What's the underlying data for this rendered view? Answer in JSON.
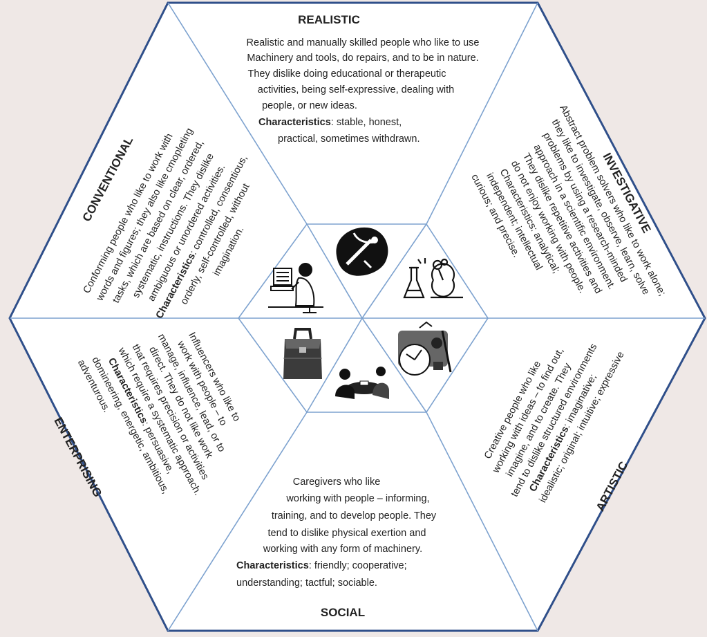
{
  "realistic": {
    "title": "REALISTIC",
    "lines": [
      "Realistic and manually skilled people who like to use",
      "Machinery and tools, do repairs, and to be in nature.",
      "They dislike doing educational or therapeutic",
      "activities, being self-expressive, dealing with",
      "people, or new ideas."
    ],
    "char_label": "Characteristics",
    "char_lines": [
      ": stable, honest,",
      "practical, sometimes withdrawn."
    ]
  },
  "investigative": {
    "title": "INVESTIGATIVE",
    "lines": [
      "Abstract problem solvers who like to work alone;",
      "they like to investigate, observe, learn, solve",
      "problems by using a research-minded",
      "approach in a scientific environment.",
      "They dislike repetitive activities and",
      "do not enjoy working with people.",
      "Characteristics: analytical;",
      "independent; intellectual",
      "curious; and precise."
    ]
  },
  "artistic": {
    "title": "ARTISTIC",
    "lines": [
      "Creative people who like",
      "working with ideas – to find out,",
      "imagine, and to create. They",
      "tend to dislike structured environments"
    ],
    "char_label": "Characteristics",
    "char_lines": [
      ": imaginative;",
      "idealistic; original; intuitive; expressive"
    ]
  },
  "social": {
    "title": "SOCIAL",
    "lines": [
      "Caregivers who like",
      "working with people – informing,",
      "training, and to develop people. They",
      "tend to dislike physical exertion and",
      "working with any form of machinery."
    ],
    "char_label": "Characteristics",
    "char_lines": [
      ": friendly; cooperative;",
      "understanding; tactful; sociable."
    ]
  },
  "enterprising": {
    "title": "ENTERPRISING",
    "lines": [
      "Influencers who like to",
      "work with people – to",
      "manage, influence, lead, or to",
      "direct. They do not like work",
      "that requires precision or activities",
      "which require a systematic approach."
    ],
    "char_label": "Characteristics",
    "char_lines": [
      ": persuasive,",
      "domineering, energetic, ambitious,",
      "adventurous."
    ]
  },
  "conventional": {
    "title": "CONVENTIONAL",
    "lines": [
      "Conforming people who like to work with",
      "words and figures; they also like cmopleting",
      "tasks, which are based on clear, ordered,",
      "systematic, instructions. They dislike",
      "ambiguous or unordered activities."
    ],
    "char_label": "Characteristics",
    "char_lines": [
      ": controlled, consentious,",
      "orderly, self-controlled, without",
      "imagination."
    ]
  },
  "icons": [
    "mechanic-tools-icon",
    "chemistry-lab-icon",
    "art-palette-icon",
    "meeting-people-icon",
    "briefcase-icon",
    "office-clerk-icon"
  ],
  "colors": {
    "outer_border": "#2f4f8a",
    "inner_lines": "#7da2cf",
    "background": "#efe8e6",
    "hexagon_fill": "#ffffff"
  }
}
